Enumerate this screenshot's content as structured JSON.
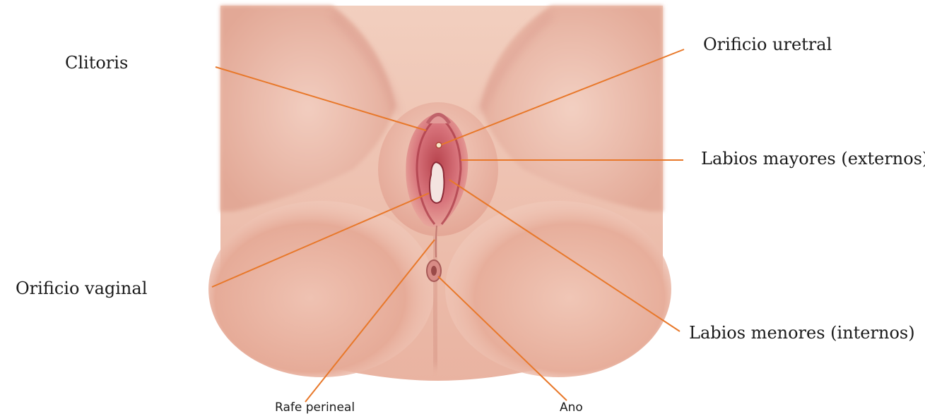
{
  "labels": {
    "clitoris": "Clitoris",
    "orificio_uretral": "Orificio uretral",
    "labios_mayores": "Labios mayores (externos)",
    "orificio_vaginal": "Orificio vaginal",
    "labios_menores": "Labios menores (internos)",
    "rafe_perineal": "Rafe perineal",
    "ano": "Ano"
  },
  "colors": {
    "leader_line": "#e8782a",
    "skin_light": "#f6d6c8",
    "skin_mid": "#eab4a2",
    "skin_dark": "#d88e7c",
    "mucosa": "#c9545a"
  }
}
